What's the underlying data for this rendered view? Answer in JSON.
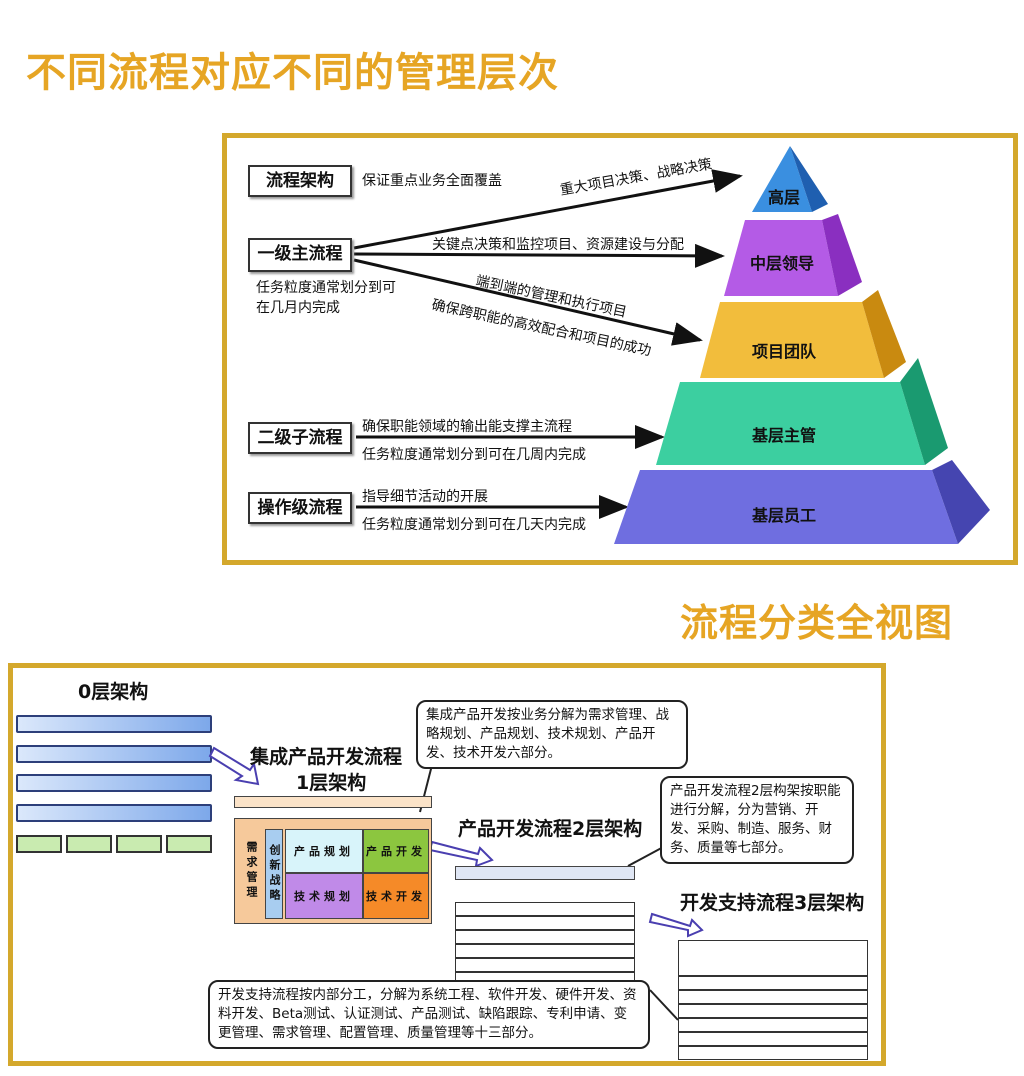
{
  "title_top": "不同流程对应不同的管理层次",
  "title_bottom": "流程分类全视图",
  "top": {
    "levels": [
      {
        "label": "流程架构",
        "desc": "保证重点业务全面覆盖"
      },
      {
        "label": "一级主流程",
        "desc": "任务粒度通常划分到可在几月内完成"
      },
      {
        "label": "二级子流程",
        "desc": "确保职能领域的输出能支撑主流程",
        "desc2": "任务粒度通常划分到可在几周内完成"
      },
      {
        "label": "操作级流程",
        "desc": "指导细节活动的开展",
        "desc2": "任务粒度通常划分到可在几天内完成"
      }
    ],
    "arrows": [
      "重大项目决策、战略决策",
      "关键点决策和监控项目、资源建设与分配",
      "端到端的管理和执行项目",
      "确保跨职能的高效配合和项目的成功"
    ],
    "pyramid": [
      {
        "label": "高层",
        "color": "#3a8fe0"
      },
      {
        "label": "中层领导",
        "color": "#b45be6"
      },
      {
        "label": "项目团队",
        "color": "#f2bd3c"
      },
      {
        "label": "基层主管",
        "color": "#3ccfa0"
      },
      {
        "label": "基层员工",
        "color": "#6f6ee0"
      }
    ]
  },
  "bottom": {
    "layer0_title": "0层架构",
    "layer1_title": "集成产品开发流程",
    "layer1_sub": "1层架构",
    "layer2_title": "产品开发流程2层架构",
    "layer3_title": "开发支持流程3层架构",
    "callout1": "集成产品开发按业务分解为需求管理、战略规划、产品规划、技术规划、产品开发、技术开发六部分。",
    "callout2": "产品开发流程2层构架按职能进行分解，分为营销、开发、采购、制造、服务、财务、质量等七部分。",
    "callout3": "开发支持流程按内部分工，分解为系统工程、软件开发、硬件开发、资料开发、Beta测试、认证测试、产品测试、缺陷跟踪、专利申请、变更管理、需求管理、配置管理、质量管理等十三部分。",
    "matrix": {
      "left": "需求管理",
      "mid": "创新战略",
      "c1": "产品规划",
      "c2": "产品开发",
      "c3": "技术规划",
      "c4": "技术开发"
    }
  }
}
